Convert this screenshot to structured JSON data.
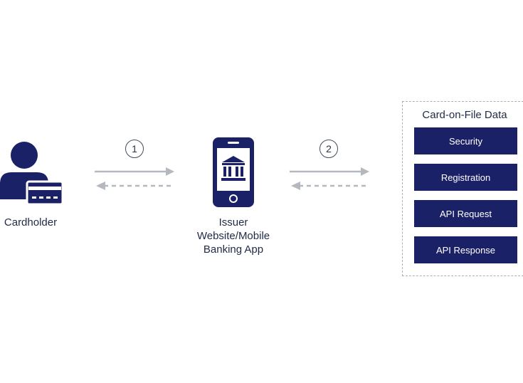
{
  "actors": {
    "cardholder": {
      "label": "Cardholder"
    },
    "issuer": {
      "label": "Issuer\nWebsite/Mobile\nBanking App"
    }
  },
  "steps": [
    "1",
    "2"
  ],
  "card_on_file": {
    "title": "Card-on-File Data",
    "items": [
      "Security",
      "Registration",
      "API Request",
      "API Response"
    ]
  },
  "colors": {
    "navy": "#1b2166",
    "arrow": "#b5b8bf",
    "text": "#1f2a44"
  }
}
